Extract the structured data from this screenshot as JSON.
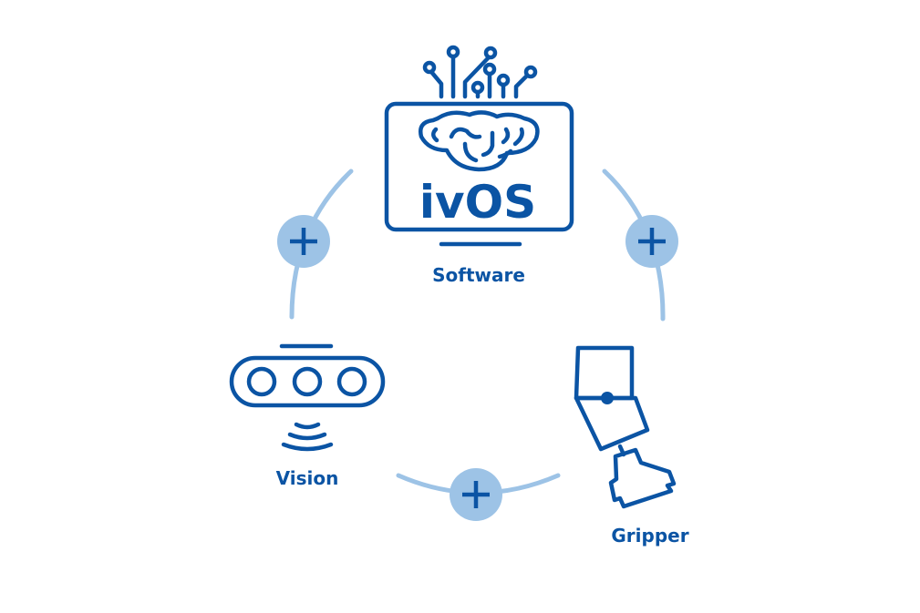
{
  "center": {
    "logo_text": "ivOS"
  },
  "nodes": [
    {
      "label": "Software"
    },
    {
      "label": "Vision"
    },
    {
      "label": "Gripper"
    }
  ],
  "connectors": {
    "symbol": "+"
  },
  "colors": {
    "primary": "#0b54a4",
    "accent": "#9dc3e6"
  }
}
